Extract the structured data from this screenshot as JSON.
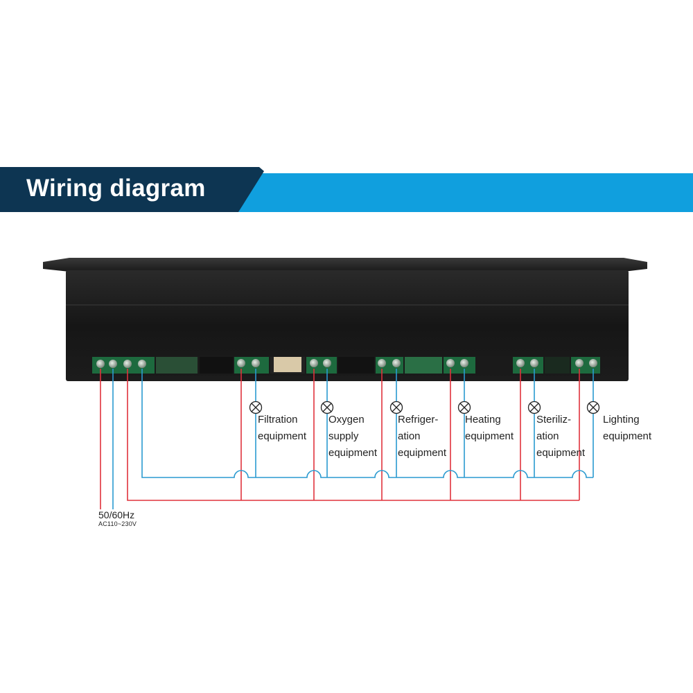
{
  "header": {
    "title": "Wiring diagram",
    "colors": {
      "dark": "#0d3552",
      "light": "#109fde"
    }
  },
  "wire_colors": {
    "live": "#e0323c",
    "neutral": "#2a9ad0"
  },
  "power_supply": {
    "frequency": "50/60Hz",
    "voltage": "AC110~230V"
  },
  "loads": [
    {
      "id": "filtration",
      "lines": [
        "Filtration",
        "equipment"
      ]
    },
    {
      "id": "oxygen",
      "lines": [
        "Oxygen",
        "supply",
        "equipment"
      ]
    },
    {
      "id": "refrigeration",
      "lines": [
        "Refriger-",
        "ation",
        "equipment"
      ]
    },
    {
      "id": "heating",
      "lines": [
        "Heating",
        "equipment"
      ]
    },
    {
      "id": "sterilization",
      "lines": [
        "Steriliz-",
        "ation",
        "equipment"
      ]
    },
    {
      "id": "lighting",
      "lines": [
        "Lighting",
        "equipment"
      ]
    }
  ]
}
